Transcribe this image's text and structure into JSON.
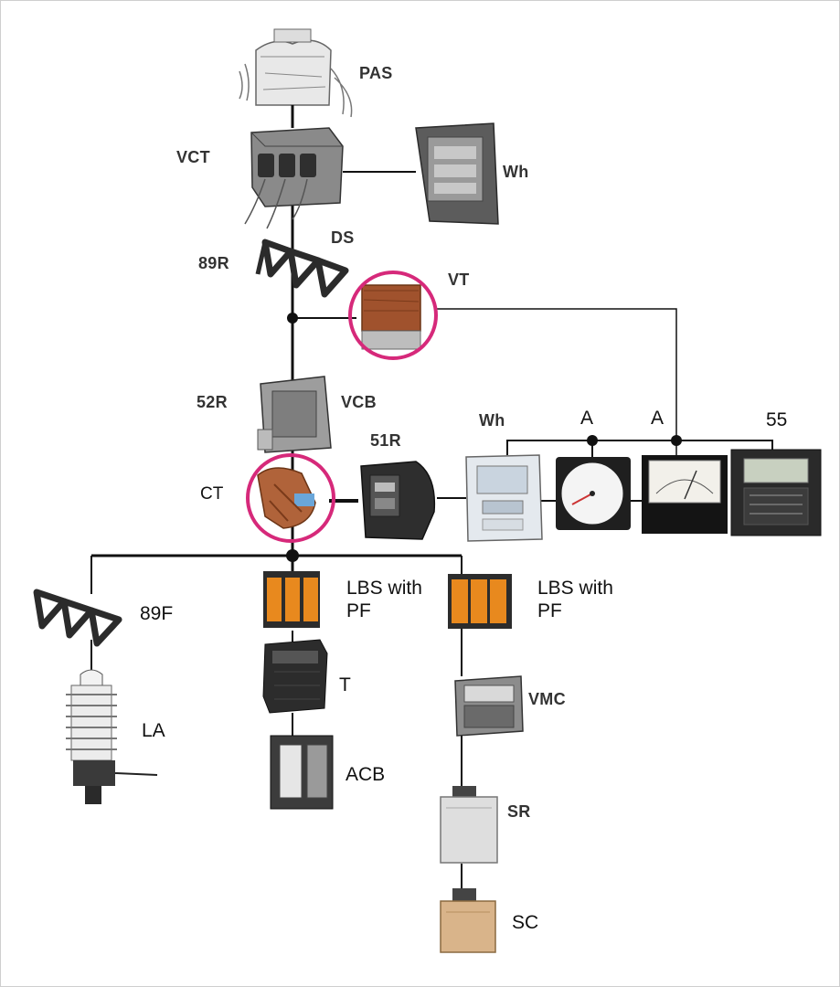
{
  "labels": {
    "pas": "PAS",
    "vct": "VCT",
    "wh_top": "Wh",
    "ds": "DS",
    "r89": "89R",
    "vt": "VT",
    "r52": "52R",
    "vcb": "VCB",
    "wh_meter": "Wh",
    "a1": "A",
    "a2": "A",
    "r55": "55",
    "r51": "51R",
    "ct": "CT",
    "f89": "89F",
    "lbs1": "LBS with\nPF",
    "lbs2": "LBS with\nPF",
    "t": "T",
    "vmc": "VMC",
    "la": "LA",
    "acb": "ACB",
    "sr": "SR",
    "sc": "SC"
  },
  "colors": {
    "highlight_circle": "#d6297a",
    "wire": "#111111",
    "device_gray": "#6e6e6e",
    "device_dark": "#2b2b2b",
    "transformer_brown": "#a0522d",
    "fuse_orange": "#e8891e",
    "capacitor_tan": "#d9b48a"
  }
}
